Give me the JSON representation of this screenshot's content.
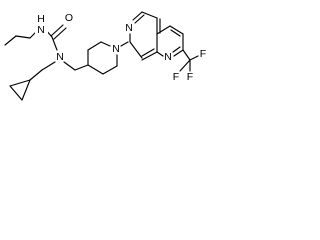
{
  "molecule": {
    "atoms": {
      "n_urea_nh": "N",
      "h_urea_nh": "H",
      "o_carbonyl": "O",
      "n_urea_tertiary": "N",
      "n_piperidine": "N",
      "n_naphthyridine_6": "N",
      "n_naphthyridine_1": "N",
      "f1": "F",
      "f2": "F",
      "f3": "F"
    }
  },
  "colors": {
    "bond": "#000000",
    "text": "#000000",
    "background": "#ffffff"
  }
}
